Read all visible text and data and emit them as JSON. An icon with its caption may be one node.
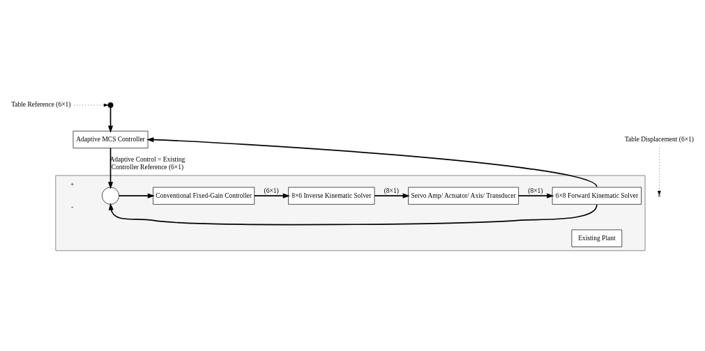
{
  "diagram": {
    "nodes": [
      {
        "text": [
          "Adaptive MCS Controller"
        ]
      },
      {
        "text": [
          "Table Reference (6×1)"
        ]
      },
      {
        "text": [],
        "shape": "circle"
      },
      {
        "text": [],
        "shape": "box"
      },
      {
        "text": [],
        "shape": "circle",
        "in": 3,
        "beside": [
          "+",
          "-"
        ]
      },
      {
        "text": [
          "Conventional Fixed-Gain Controller"
        ],
        "in": 3
      },
      {
        "text": [
          "8×6 Inverse Kinematic Solver"
        ],
        "in": 3
      },
      {
        "text": [
          "Servo Amp/ Actuator/ Axis/ Transducer"
        ],
        "in": 3
      },
      {
        "text": [
          "6×8 Forward Kinematic Solver"
        ],
        "in": 3
      },
      {
        "text": [
          "Existing Plant"
        ],
        "in": 3
      },
      {
        "text": [
          "Table Displacement (6×1)"
        ]
      }
    ],
    "edges": [
      {
        "from": 1,
        "to": 2,
        "arrow": "to",
        "style": "dashed"
      },
      {
        "from": 2,
        "to": 0,
        "arrow": "to"
      },
      {
        "from": 0,
        "to": 4,
        "arrow": "to",
        "label": "Adaptive Control = Existing Controller Reference (6×1)"
      },
      {
        "from": 4,
        "to": 5,
        "arrow": "to"
      },
      {
        "from": 5,
        "to": 6,
        "arrow": "to",
        "label": "(6×1)"
      },
      {
        "from": 6,
        "to": 7,
        "arrow": "to",
        "label": "(8×1)"
      },
      {
        "from": 7,
        "to": 8,
        "arrow": "to",
        "label": "(8×1)"
      },
      {
        "from": 8,
        "to": 0,
        "arrow": "to"
      },
      {
        "from": 8,
        "to": 4,
        "arrow": "to"
      },
      {
        "from": 10,
        "to": null,
        "arrow": "to",
        "style": "dashed"
      }
    ]
  }
}
